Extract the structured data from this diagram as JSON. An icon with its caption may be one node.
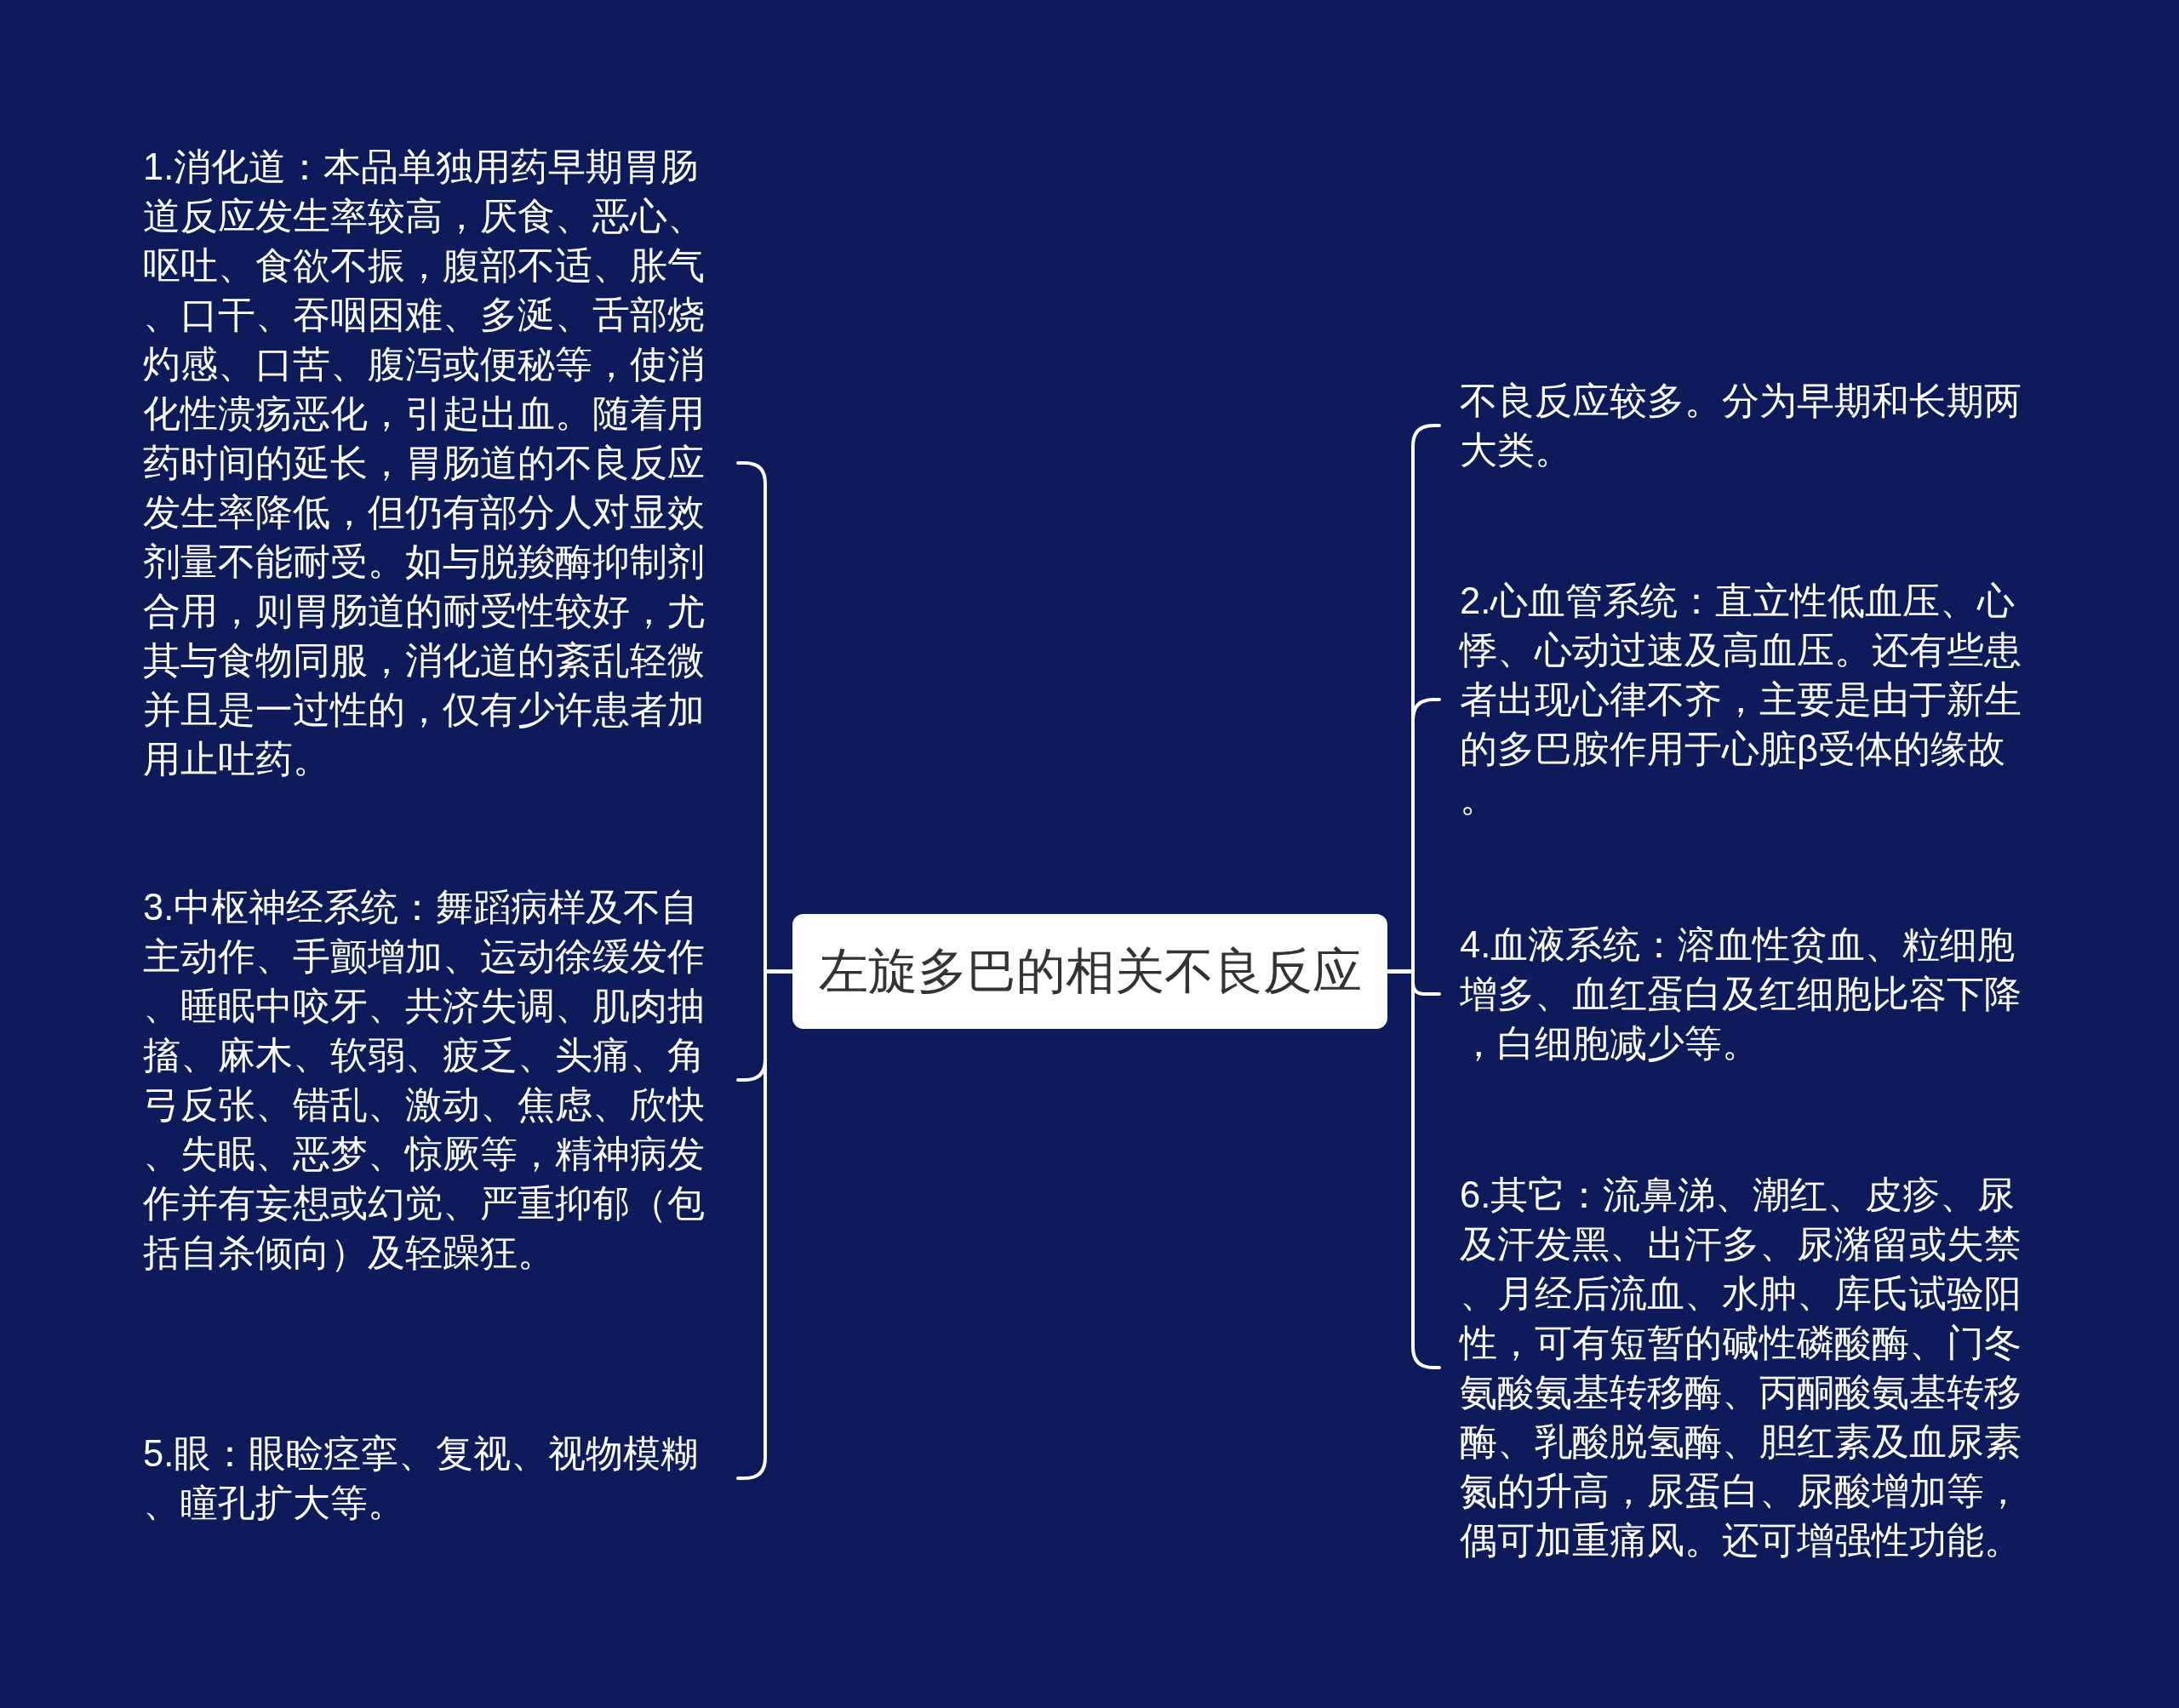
{
  "diagram": {
    "nodes": [
      {
        "text": [
          "左旋多巴的相关不良反应"
        ]
      },
      {
        "text": [
          "不良反应较多。分为早期和长期两大类。"
        ]
      },
      {
        "text": [
          "1.消化道：本品单独用药早期胃肠道反应发生率较高，厌食、恶心、呕吐、食欲不振，腹部不适、胀气、口干、吞咽困难、多涎、舌部烧灼感、口苦、腹泻或便秘等，使消化性溃疡恶化，引起出血。随着用药时间的延长，胃肠道的不良反应发生率降低，但仍有部分人对显效剂量不能耐受。如与脱羧酶抑制剂合用，则胃肠道的耐受性较好，尤其与食物同服，消化道的紊乱轻微并且是一过性的，仅有少许患者加用止吐药。"
        ]
      },
      {
        "text": [
          "2.心血管系统：直立性低血压、心悸、心动过速及高血压。还有些患者出现心律不齐，主要是由于新生的多巴胺作用于心脏β受体的缘故。"
        ]
      },
      {
        "text": [
          "3.中枢神经系统：舞蹈病样及不自主动作、手颤增加、运动徐缓发作、睡眠中咬牙、共济失调、肌肉抽搐、麻木、软弱、疲乏、头痛、角弓反张、错乱、激动、焦虑、欣快、失眠、恶梦、惊厥等，精神病发作并有妄想或幻觉、严重抑郁（包括自杀倾向）及轻躁狂。"
        ]
      },
      {
        "text": [
          "4.血液系统：溶血性贫血、粒细胞增多、血红蛋白及红细胞比容下降，白细胞减少等。"
        ]
      },
      {
        "text": [
          "5.眼：眼睑痉挛、复视、视物模糊、瞳孔扩大等。"
        ]
      },
      {
        "text": [
          "6.其它：流鼻涕、潮红、皮疹、尿及汗发黑、出汗多、尿潴留或失禁、月经后流血、水肿、库氏试验阳性，可有短暂的碱性磷酸酶、门冬氨酸氨基转移酶、丙酮酸氨基转移酶、乳酸脱氢酶、胆红素及血尿素氮的升高，尿蛋白、尿酸增加等，偶可加重痛风。还可增强性功能。"
        ]
      }
    ],
    "edges": [
      {
        "from": 0,
        "to": 1,
        "arrow": "none"
      },
      {
        "from": 0,
        "to": 2,
        "arrow": "none"
      },
      {
        "from": 0,
        "to": 3,
        "arrow": "none"
      },
      {
        "from": 0,
        "to": 4,
        "arrow": "none"
      },
      {
        "from": 0,
        "to": 5,
        "arrow": "none"
      },
      {
        "from": 0,
        "to": 6,
        "arrow": "none"
      },
      {
        "from": 0,
        "to": 7,
        "arrow": "none"
      }
    ]
  }
}
